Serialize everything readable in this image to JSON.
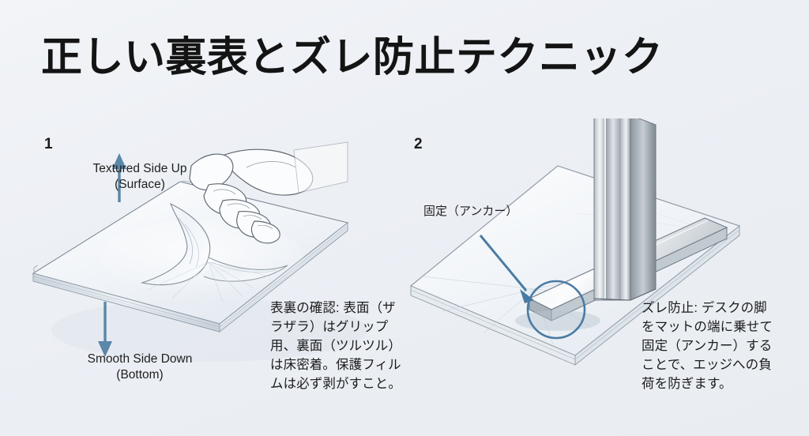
{
  "page": {
    "title": "正しい裏表とズレ防止テクニック",
    "background_color": "#eceff4",
    "text_color": "#1a1a1a",
    "accent_color": "#5b87a8"
  },
  "panels": [
    {
      "step_number": "1",
      "subject": "デスクマットの保護フィルムを剥がす",
      "labels": {
        "top": "Textured Side Up\n(Surface)",
        "bottom": "Smooth Side Down\n(Bottom)"
      },
      "caption": "表裏の確認: 表面（ザラザラ）はグリップ用、裏面（ツルツル）は床密着。保護フィルムは必ず剥がすこと。",
      "arrows": [
        {
          "name": "up-arrow",
          "direction": "up",
          "color": "#5b87a8"
        },
        {
          "name": "down-arrow",
          "direction": "down",
          "color": "#5b87a8"
        }
      ]
    },
    {
      "step_number": "2",
      "subject": "デスクの脚でマットの端を固定する",
      "labels": {
        "anchor": "固定（アンカー）"
      },
      "caption": "ズレ防止: デスクの脚をマットの端に乗せて固定（アンカー）することで、エッジへの負荷を防ぎます。",
      "arrows": [
        {
          "name": "anchor-pointer-arrow",
          "direction": "down-right",
          "color": "#4a7ba3"
        }
      ],
      "highlight": {
        "name": "anchor-highlight-circle",
        "color": "#4a7ba3"
      }
    }
  ]
}
